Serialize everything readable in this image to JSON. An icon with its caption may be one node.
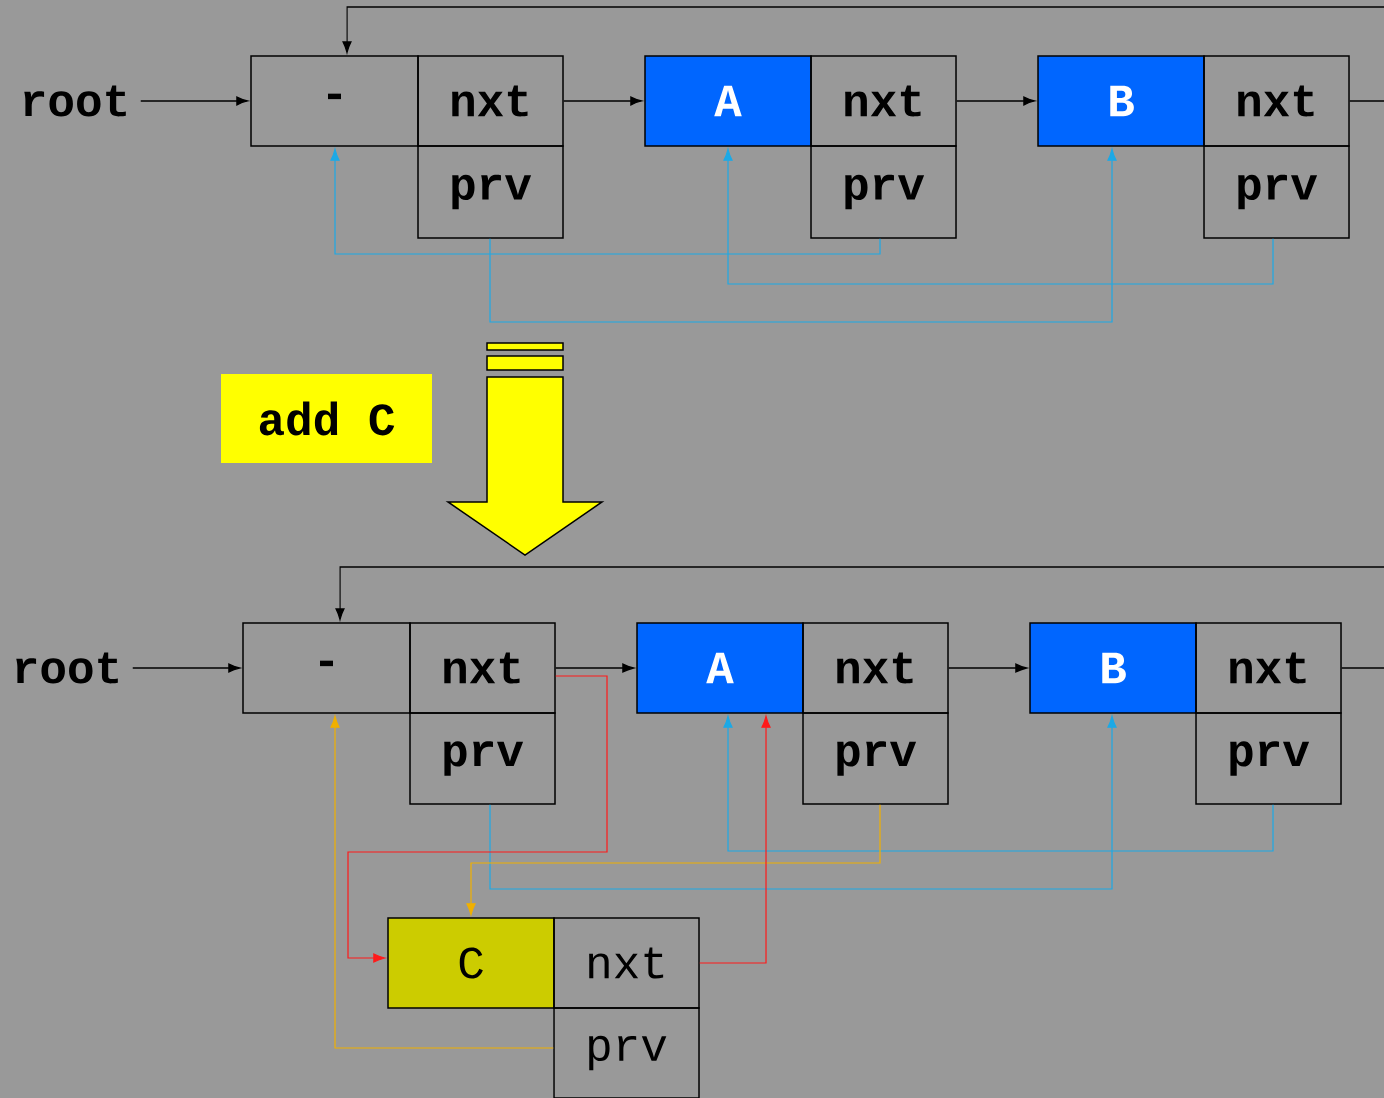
{
  "diagram": {
    "nodes": [
      {
        "text": [
          "root"
        ]
      },
      {
        "text": [
          "-"
        ]
      },
      {
        "text": [
          "nxt"
        ]
      },
      {
        "text": [
          "prv"
        ]
      },
      {
        "text": [
          "A"
        ]
      },
      {
        "text": [
          "nxt"
        ]
      },
      {
        "text": [
          "prv"
        ]
      },
      {
        "text": [
          "B"
        ]
      },
      {
        "text": [
          "nxt"
        ]
      },
      {
        "text": [
          "prv"
        ]
      },
      {
        "text": [
          "add C"
        ]
      },
      {
        "text": [
          "root"
        ]
      },
      {
        "text": [
          "-"
        ]
      },
      {
        "text": [
          "nxt"
        ]
      },
      {
        "text": [
          "prv"
        ]
      },
      {
        "text": [
          "A"
        ]
      },
      {
        "text": [
          "nxt"
        ]
      },
      {
        "text": [
          "prv"
        ]
      },
      {
        "text": [
          "B"
        ]
      },
      {
        "text": [
          "nxt"
        ]
      },
      {
        "text": [
          "prv"
        ]
      },
      {
        "text": [
          "C"
        ]
      },
      {
        "text": [
          "nxt"
        ]
      },
      {
        "text": [
          "prv"
        ]
      }
    ],
    "edges": [
      {
        "from": 0,
        "to": 1,
        "arrow": "to"
      },
      {
        "from": null,
        "to": 1,
        "arrow": "to"
      },
      {
        "from": 2,
        "to": 4,
        "arrow": "to"
      },
      {
        "from": 5,
        "to": 7,
        "arrow": "to"
      },
      {
        "from": 8,
        "to": null,
        "arrow": "none"
      },
      {
        "from": 3,
        "to": 7,
        "arrow": "to",
        "color": "#1ca9e6"
      },
      {
        "from": 6,
        "to": 1,
        "arrow": "to",
        "color": "#1ca9e6"
      },
      {
        "from": 9,
        "to": 4,
        "arrow": "to",
        "color": "#1ca9e6"
      },
      {
        "from": 11,
        "to": 12,
        "arrow": "to"
      },
      {
        "from": null,
        "to": 12,
        "arrow": "to"
      },
      {
        "from": 13,
        "to": 15,
        "arrow": "to"
      },
      {
        "from": 16,
        "to": 18,
        "arrow": "to"
      },
      {
        "from": 19,
        "to": null,
        "arrow": "none"
      },
      {
        "from": 14,
        "to": 18,
        "arrow": "to",
        "color": "#1ca9e6"
      },
      {
        "from": 20,
        "to": 15,
        "arrow": "to",
        "color": "#1ca9e6"
      },
      {
        "from": 17,
        "to": 21,
        "arrow": "to",
        "color": "#f0b000"
      },
      {
        "from": 23,
        "to": 12,
        "arrow": "to",
        "color": "#f0b000"
      },
      {
        "from": 13,
        "to": 21,
        "arrow": "to",
        "color": "#ff1a1a"
      },
      {
        "from": 22,
        "to": 15,
        "arrow": "to",
        "color": "#ff1a1a"
      }
    ]
  }
}
